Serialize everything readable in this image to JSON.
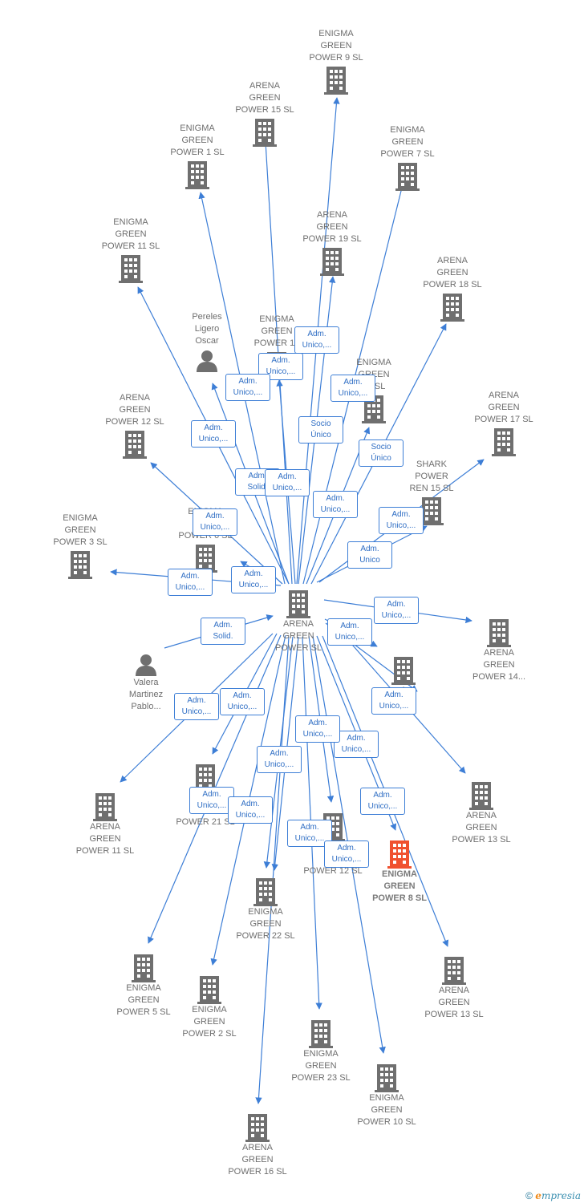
{
  "colors": {
    "edge": "#3d7ed6",
    "building": "#6f6f6f",
    "focus": "#f0512f",
    "person": "#6f6f6f",
    "tag_text": "#2f6ec4"
  },
  "center": {
    "label": "ARENA\nGREEN\nPOWER  SL",
    "icon": "building-icon"
  },
  "nodes": [
    {
      "id": "enigma9",
      "label": "ENIGMA\nGREEN\nPOWER 9  SL",
      "type": "company"
    },
    {
      "id": "arena15",
      "label": "ARENA\nGREEN\nPOWER 15  SL",
      "type": "company"
    },
    {
      "id": "enigma1",
      "label": "ENIGMA\nGREEN\nPOWER 1  SL",
      "type": "company"
    },
    {
      "id": "enigma7",
      "label": "ENIGMA\nGREEN\nPOWER 7  SL",
      "type": "company"
    },
    {
      "id": "enigma11",
      "label": "ENIGMA\nGREEN\nPOWER 11  SL",
      "type": "company"
    },
    {
      "id": "arena19",
      "label": "ARENA\nGREEN\nPOWER 19  SL",
      "type": "company"
    },
    {
      "id": "arena18",
      "label": "ARENA\nGREEN\nPOWER 18  SL",
      "type": "company"
    },
    {
      "id": "pereles",
      "label": "Pereles\nLigero\nOscar",
      "type": "person"
    },
    {
      "id": "enigma15",
      "label": "ENIGMA\nGREEN\nPOWER 15",
      "type": "company"
    },
    {
      "id": "enigma14",
      "label": "ENIGMA\nGREEN\n14  SL",
      "type": "company"
    },
    {
      "id": "arena12",
      "label": "ARENA\nGREEN\nPOWER 12  SL",
      "type": "company"
    },
    {
      "id": "arena17",
      "label": "ARENA\nGREEN\nPOWER 17  SL",
      "type": "company"
    },
    {
      "id": "shark15",
      "label": "SHARK\nPOWER\nREN 15  SL",
      "type": "company"
    },
    {
      "id": "enigma3",
      "label": "ENIGMA\nGREEN\nPOWER 3  SL",
      "type": "company"
    },
    {
      "id": "enigmaX",
      "label": "ENIGMA\nG\nPOWER 6 SL",
      "type": "company"
    },
    {
      "id": "arena14",
      "label": "ARENA\nGREEN\nPOWER 14...",
      "type": "company"
    },
    {
      "id": "valera",
      "label": "Valera\nMartinez\nPablo...",
      "type": "person"
    },
    {
      "id": "arenaA",
      "label": "A\nSL",
      "type": "company"
    },
    {
      "id": "arena11",
      "label": "ARENA\nGREEN\nPOWER 11  SL",
      "type": "company"
    },
    {
      "id": "enigma21",
      "label": "E\nG\nPOWER 21  SL",
      "type": "company"
    },
    {
      "id": "arena13a",
      "label": "ARENA\nGREEN\nPOWER 13  SL",
      "type": "company"
    },
    {
      "id": "enigma12",
      "label": "E\nG\nPOWER 12  SL",
      "type": "company"
    },
    {
      "id": "enigma8",
      "label": "ENIGMA\nGREEN\nPOWER 8  SL",
      "type": "focus"
    },
    {
      "id": "enigma22",
      "label": "ENIGMA\nGREEN\nPOWER 22  SL",
      "type": "company"
    },
    {
      "id": "enigma5",
      "label": "ENIGMA\nGREEN\nPOWER 5  SL",
      "type": "company"
    },
    {
      "id": "enigma2",
      "label": "ENIGMA\nGREEN\nPOWER 2  SL",
      "type": "company"
    },
    {
      "id": "arena13b",
      "label": "ARENA\nGREEN\nPOWER 13  SL",
      "type": "company"
    },
    {
      "id": "enigma23",
      "label": "ENIGMA\nGREEN\nPOWER 23  SL",
      "type": "company"
    },
    {
      "id": "enigma10",
      "label": "ENIGMA\nGREEN\nPOWER 10  SL",
      "type": "company"
    },
    {
      "id": "arena16",
      "label": "ARENA\nGREEN\nPOWER 16  SL",
      "type": "company"
    }
  ],
  "edge_tags": [
    "Adm.\nUnico,...",
    "Adm.\nUnico,...",
    "Adm.\nUnico,...",
    "Socio\nÚnico",
    "Adm.\nUnico,...",
    "Adm.\nUnico,...",
    "Socio\nÚnico",
    "Adm.\nSolid.",
    "Adm.\nUnico,...",
    "Adm.\nUnico,...",
    "Adm.\nUnico,...",
    "Adm.\nUnico",
    "Adm.\nUnico,...",
    "Adm.\nUnico,...",
    "Adm.\nUnico,...",
    "Adm.\nUnico,...",
    "Adm.\nSolid.",
    "Adm.\nUnico,...",
    "Adm.\nUnico,...",
    "Adm.\nUnico,...",
    "Adm.\nUnico,...",
    "Adm.\nUnico,...",
    "Adm.\nUnico,...",
    "Adm.\nUnico,...",
    "Adm.\nUnico,...",
    "Adm.\nUnico,...",
    "Adm.\nUnico,...",
    "Adm.\nUnico,...",
    "Adm.\nUnico,..."
  ],
  "footer": {
    "copyright": "©",
    "brand_initial": "e",
    "brand_rest": "mpresia"
  }
}
